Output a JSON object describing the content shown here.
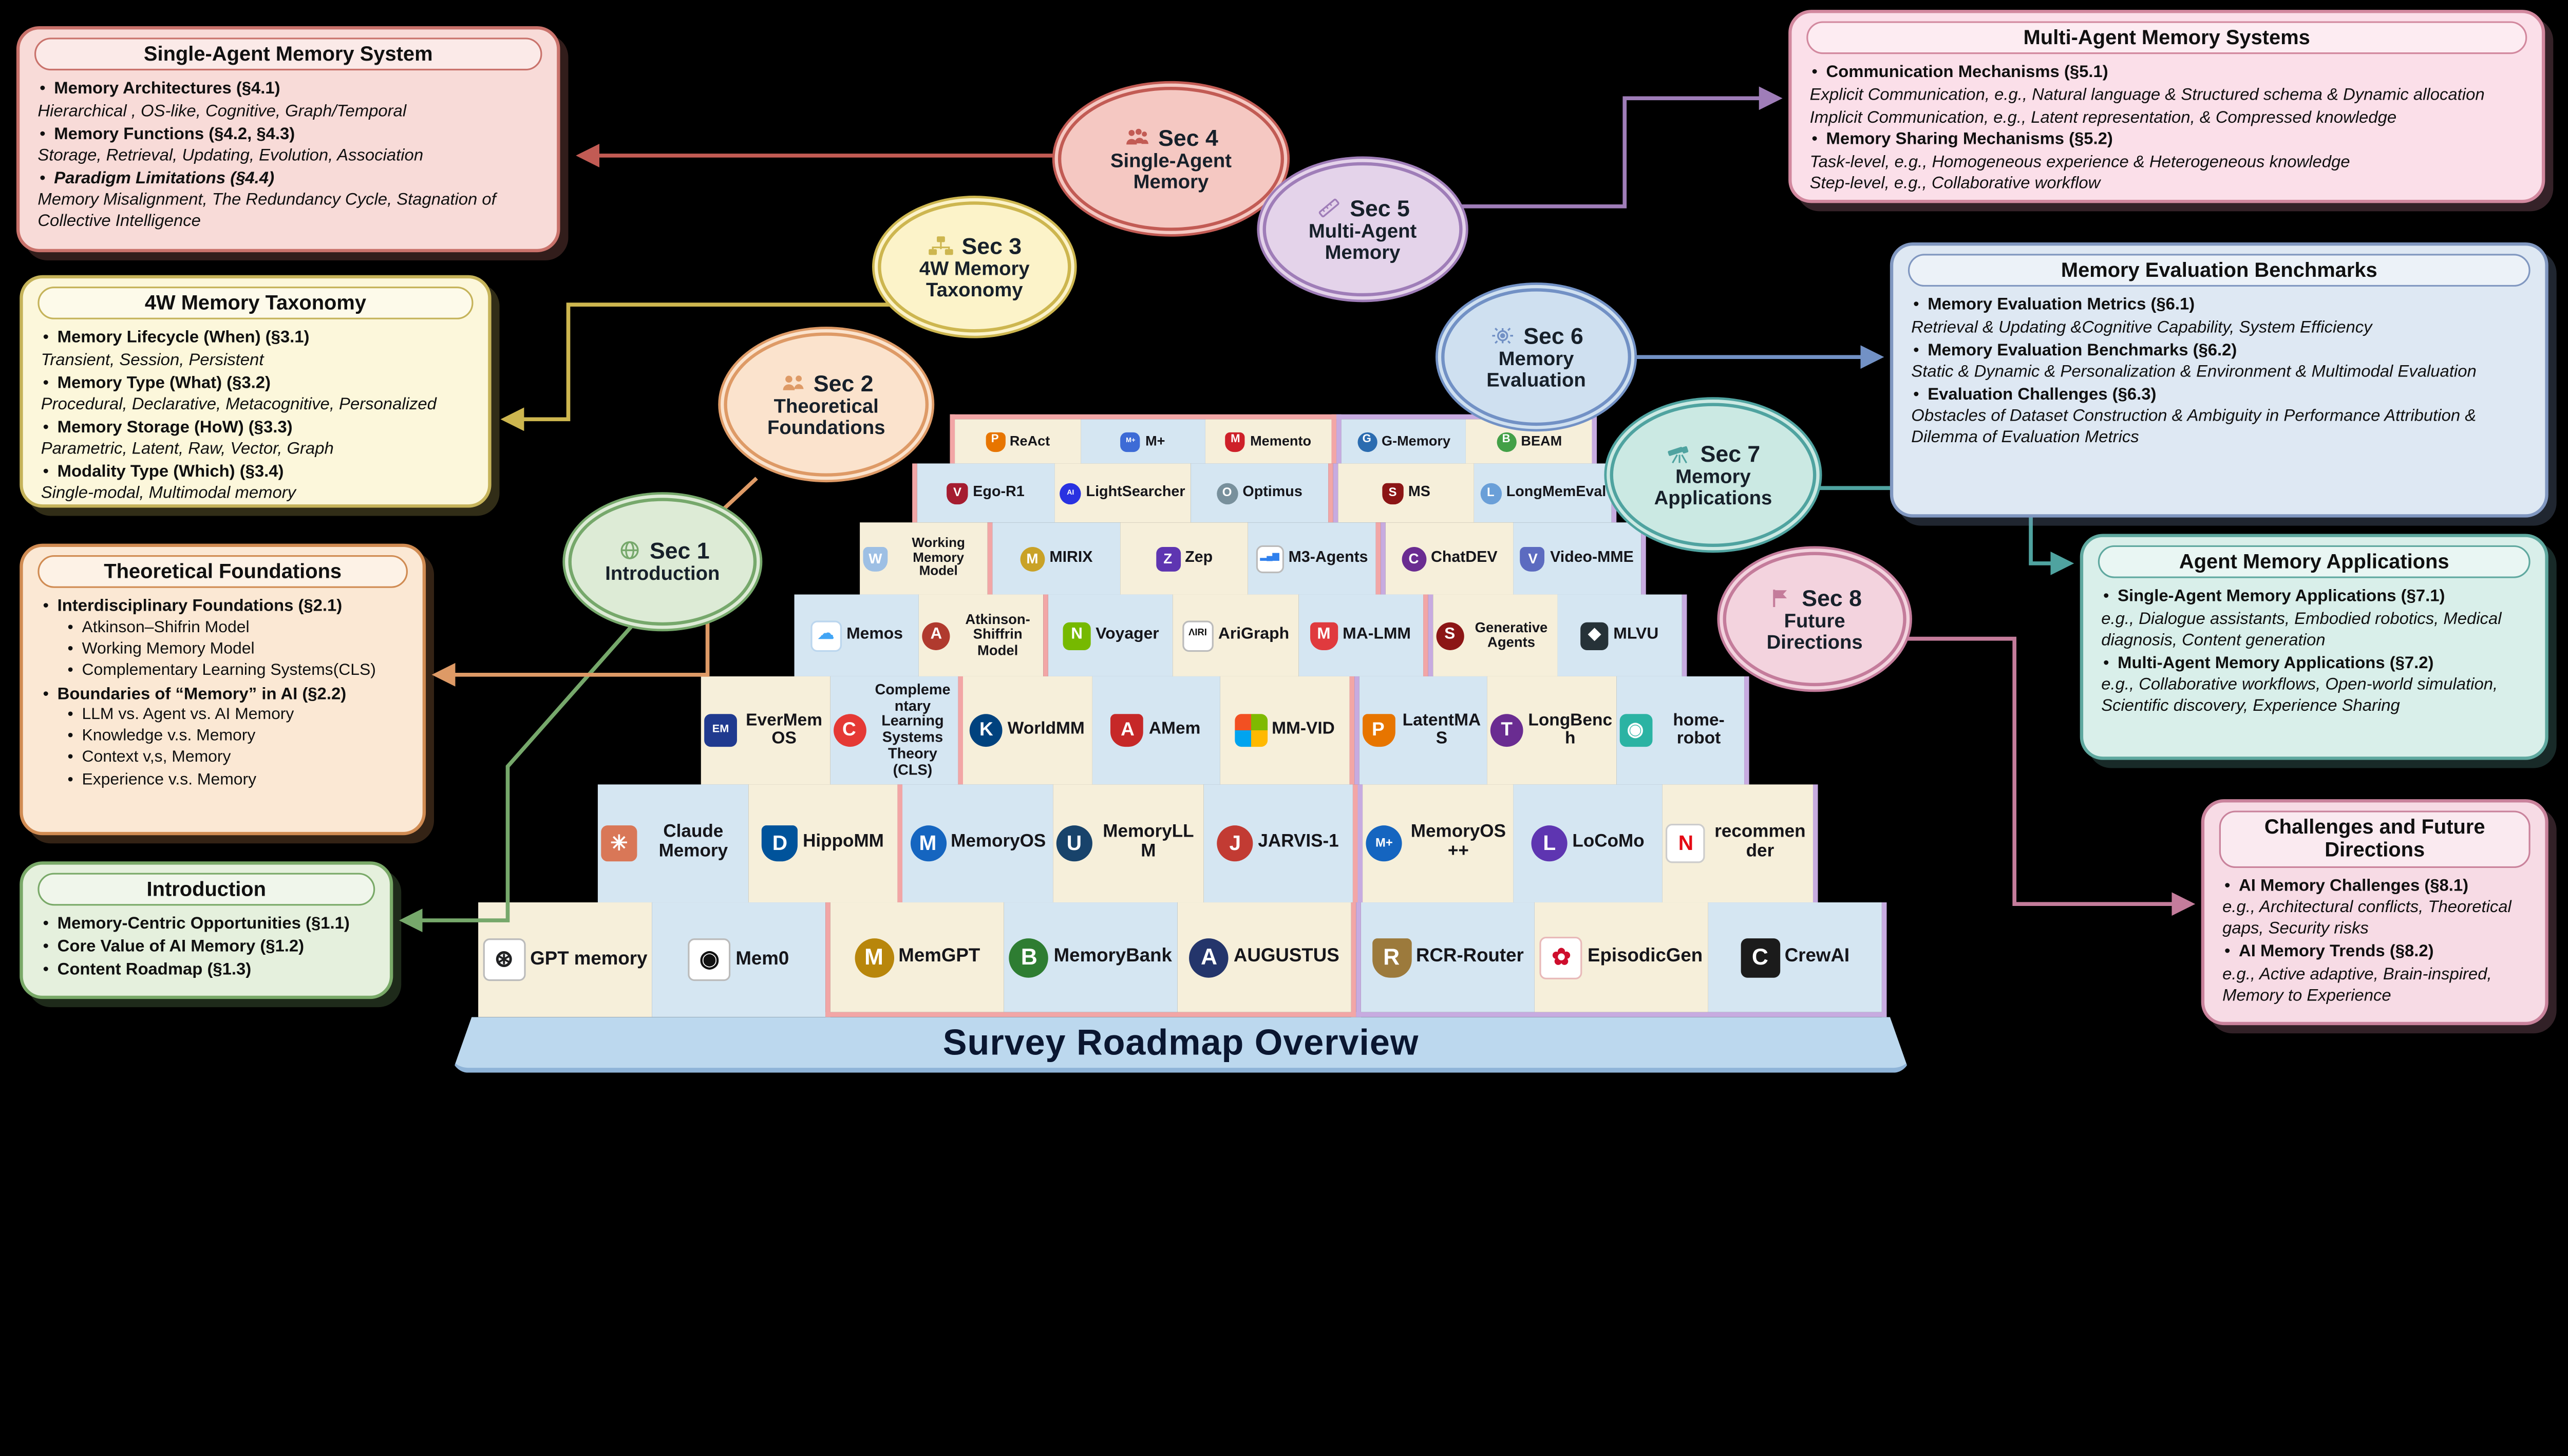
{
  "title": "Survey Roadmap Overview",
  "sections": [
    {
      "sec": "Sec 1",
      "name": "Introduction",
      "icon": "globe-icon",
      "fill": "#DDEBD6",
      "border": "#76A86B"
    },
    {
      "sec": "Sec 2",
      "name": "Theoretical Foundations",
      "icon": "people-icon",
      "fill": "#FBE3CD",
      "border": "#DE9A66"
    },
    {
      "sec": "Sec 3",
      "name": "4W Memory Taxonomy",
      "icon": "sitemap-icon",
      "fill": "#FCF3C9",
      "border": "#CDB64F"
    },
    {
      "sec": "Sec 4",
      "name": "Single-Agent Memory",
      "icon": "people-group-icon",
      "fill": "#F5C8C2",
      "border": "#C25B54"
    },
    {
      "sec": "Sec 5",
      "name": "Multi-Agent Memory",
      "icon": "ruler-pencil-icon",
      "fill": "#E4D3EA",
      "border": "#9F7DB8"
    },
    {
      "sec": "Sec 6",
      "name": "Memory Evaluation",
      "icon": "gear-wrench-icon",
      "fill": "#CFE0F0",
      "border": "#7291C5"
    },
    {
      "sec": "Sec 7",
      "name": "Memory Applications",
      "icon": "telescope-icon",
      "fill": "#CBE9E3",
      "border": "#4FA3A0"
    },
    {
      "sec": "Sec 8",
      "name": "Future Directions",
      "icon": "flag-icon",
      "fill": "#F3D3DE",
      "border": "#C47C9B"
    }
  ],
  "panels": {
    "single_agent": {
      "title": "Single-Agent Memory System",
      "fill": "#F8DBD8",
      "border": "#C9726B",
      "lines": [
        {
          "s": "b",
          "t": "Memory Architectures (§4.1)"
        },
        {
          "s": "i",
          "t": "Hierarchical , OS-like, Cognitive, Graph/Temporal"
        },
        {
          "s": "b",
          "t": "Memory Functions (§4.2, §4.3)"
        },
        {
          "s": "i",
          "t": "Storage, Retrieval, Updating, Evolution, Association"
        },
        {
          "s": "bi",
          "t": "Paradigm Limitations (§4.4)"
        },
        {
          "s": "i",
          "t": "Memory Misalignment, The Redundancy Cycle, Stagnation of Collective Intelligence"
        }
      ]
    },
    "taxonomy": {
      "title": "4W Memory Taxonomy",
      "fill": "#FCF7DB",
      "border": "#C5B35A",
      "lines": [
        {
          "s": "b",
          "t": "Memory Lifecycle (When) (§3.1)"
        },
        {
          "s": "i",
          "t": "Transient, Session, Persistent"
        },
        {
          "s": "b",
          "t": "Memory Type (What) (§3.2)"
        },
        {
          "s": "i",
          "t": "Procedural, Declarative, Metacognitive, Personalized"
        },
        {
          "s": "b",
          "t": "Memory Storage (HoW) (§3.3)"
        },
        {
          "s": "i",
          "t": "Parametric, Latent, Raw, Vector, Graph"
        },
        {
          "s": "b",
          "t": "Modality Type (Which) (§3.4)"
        },
        {
          "s": "i",
          "t": "Single-modal, Multimodal memory"
        }
      ]
    },
    "theoretical": {
      "title": "Theoretical Foundations",
      "fill": "#FBE8D4",
      "border": "#D08B52",
      "lines": [
        {
          "s": "b",
          "t": "Interdisciplinary Foundations (§2.1)"
        },
        {
          "s": "sub",
          "t": "Atkinson–Shifrin Model"
        },
        {
          "s": "sub",
          "t": "Working Memory Model"
        },
        {
          "s": "sub",
          "t": "Complementary Learning Systems(CLS)"
        },
        {
          "s": "b",
          "t": "Boundaries of “Memory” in AI (§2.2)"
        },
        {
          "s": "sub",
          "t": "LLM vs. Agent vs. AI Memory"
        },
        {
          "s": "sub",
          "t": "Knowledge v.s. Memory"
        },
        {
          "s": "sub",
          "t": "Context v,s, Memory"
        },
        {
          "s": "sub",
          "t": "Experience v.s. Memory"
        }
      ]
    },
    "introduction": {
      "title": "Introduction",
      "fill": "#E5F0DD",
      "border": "#79A968",
      "lines": [
        {
          "s": "b",
          "t": "Memory-Centric Opportunities (§1.1)"
        },
        {
          "s": "b",
          "t": "Core Value of AI Memory (§1.2)"
        },
        {
          "s": "b",
          "t": "Content Roadmap (§1.3)"
        }
      ]
    },
    "multi_agent": {
      "title": "Multi-Agent Memory Systems",
      "fill": "#FBDFE9",
      "border": "#D2889E",
      "lines": [
        {
          "s": "b",
          "t": "Communication Mechanisms (§5.1)"
        },
        {
          "s": "i",
          "t": "Explicit Communication, e.g., Natural language & Structured schema & Dynamic allocation"
        },
        {
          "s": "i",
          "t": "Implicit Communication, e.g., Latent representation, & Compressed knowledge"
        },
        {
          "s": "b",
          "t": "Memory Sharing Mechanisms (§5.2)"
        },
        {
          "s": "i",
          "t": "Task-level, e.g., Homogeneous experience & Heterogeneous knowledge"
        },
        {
          "s": "i",
          "t": "Step-level, e.g., Collaborative workflow"
        }
      ]
    },
    "evaluation": {
      "title": "Memory Evaluation Benchmarks",
      "fill": "#DEE8F3",
      "border": "#8097C0",
      "lines": [
        {
          "s": "b",
          "t": "Memory Evaluation Metrics (§6.1)"
        },
        {
          "s": "i",
          "t": "Retrieval & Updating &Cognitive Capability, System Efficiency"
        },
        {
          "s": "b",
          "t": "Memory Evaluation Benchmarks (§6.2)"
        },
        {
          "s": "i",
          "t": "Static & Dynamic & Personalization & Environment & Multimodal  Evaluation"
        },
        {
          "s": "b",
          "t": "Evaluation Challenges (§6.3)"
        },
        {
          "s": "i",
          "t": "Obstacles of Dataset Construction & Ambiguity in Performance Attribution & Dilemma of Evaluation Metrics"
        }
      ]
    },
    "applications": {
      "title": "Agent Memory Applications",
      "fill": "#D9EFEA",
      "border": "#5FA89F",
      "lines": [
        {
          "s": "b",
          "t": "Single-Agent Memory Applications (§7.1)"
        },
        {
          "s": "i",
          "t": "e.g., Dialogue assistants, Embodied robotics, Medical diagnosis, Content generation"
        },
        {
          "s": "b",
          "t": "Multi-Agent Memory Applications (§7.2)"
        },
        {
          "s": "i",
          "t": "e.g., Collaborative workflows, Open-world simulation, Scientific discovery, Experience Sharing"
        }
      ]
    },
    "challenges": {
      "title": "Challenges and Future Directions",
      "fill": "#F7DBE5",
      "border": "#C9829B",
      "lines": [
        {
          "s": "b",
          "t": "AI Memory Challenges (§8.1)"
        },
        {
          "s": "i",
          "t": "e.g., Architectural conflicts, Theoretical gaps, Security risks"
        },
        {
          "s": "b",
          "t": "AI Memory Trends (§8.2)"
        },
        {
          "s": "i",
          "t": "e.g., Active adaptive, Brain-inspired, Memory to Experience"
        }
      ]
    }
  },
  "board": {
    "tile_colors": [
      "#F6EFDA",
      "#D5E6F2"
    ],
    "outline_colors": {
      "single_agent": "#F2A6A6",
      "multi_agent": "#C7ABE0"
    },
    "rows": [
      {
        "cells": [
          {
            "label": "ReAct",
            "icon": "princeton-shield-icon",
            "group": "pink",
            "bg": "#E77500",
            "glyph": "P",
            "shape": "shield"
          },
          {
            "label": "M+",
            "icon": "mplus-logo-icon",
            "group": "pink",
            "bg": "#3D6BD6",
            "glyph": "M+"
          },
          {
            "label": "Memento",
            "icon": "memento-shield-icon",
            "group": "pink",
            "bg": "#CE2029",
            "glyph": "M",
            "shape": "shield"
          },
          {
            "label": "G-Memory",
            "icon": "gmemory-logo-icon",
            "group": "purple",
            "bg": "#2B6CB0",
            "glyph": "G",
            "shape": "circle"
          },
          {
            "label": "BEAM",
            "icon": "beam-logo-icon",
            "group": "purple",
            "bg": "#43A047",
            "glyph": "B",
            "shape": "circle"
          }
        ]
      },
      {
        "cells": [
          {
            "label": "Ego-R1",
            "icon": "harvard-shield-icon",
            "group": "pink",
            "bg": "#A51C30",
            "glyph": "V",
            "shape": "shield"
          },
          {
            "label": "LightSearcher",
            "icon": "baidu-ai-logo-icon",
            "group": "pink",
            "bg": "#2932E1",
            "glyph": "AI",
            "shape": "circle"
          },
          {
            "label": "Optimus",
            "icon": "optimus-logo-icon",
            "group": "pink",
            "bg": "#78909C",
            "glyph": "O",
            "shape": "circle"
          },
          {
            "label": "MS",
            "icon": "stanford-s-icon",
            "group": "purple",
            "bg": "#8C1515",
            "glyph": "S",
            "shape": "shield"
          },
          {
            "label": "LongMemEval",
            "icon": "longmemeval-logo-icon",
            "group": "purple",
            "bg": "#6A9FD8",
            "glyph": "L",
            "shape": "circle"
          }
        ]
      },
      {
        "cells": [
          {
            "label": "Working Memory Model",
            "icon": "university-crest-icon",
            "group": "left",
            "bg": "#9DBFE4",
            "glyph": "W",
            "shape": "shield"
          },
          {
            "label": "MIRIX",
            "icon": "mirix-logo-icon",
            "group": "pink",
            "bg": "#C9A227",
            "glyph": "M",
            "shape": "circle"
          },
          {
            "label": "Zep",
            "icon": "zep-logo-icon",
            "group": "pink",
            "bg": "#5E35B1",
            "glyph": "Z"
          },
          {
            "label": "M3-Agents",
            "icon": "bar-chart-icon",
            "group": "pink",
            "bg": "#FFFFFF",
            "glyph": "▂▄▆",
            "fg": "#2F80ED",
            "bd": "#BBBBBB"
          },
          {
            "label": "ChatDEV",
            "icon": "tsinghua-seal-icon",
            "group": "purple",
            "bg": "#6A2C91",
            "glyph": "C",
            "shape": "circle"
          },
          {
            "label": "Video-MME",
            "icon": "video-mme-shield-icon",
            "group": "purple",
            "bg": "#5C6BC0",
            "glyph": "V",
            "shape": "shield"
          }
        ]
      },
      {
        "cells": [
          {
            "label": "Memos",
            "icon": "cloud-icon",
            "group": "left",
            "bg": "#FFFFFF",
            "glyph": "☁",
            "fg": "#42A5F5",
            "bd": "#BBD6EE"
          },
          {
            "label": "Atkinson-Shiffrin Model",
            "icon": "red-seal-icon",
            "group": "left",
            "bg": "#B03A2E",
            "glyph": "A",
            "shape": "circle"
          },
          {
            "label": "Voyager",
            "icon": "nvidia-logo-icon",
            "group": "pink",
            "bg": "#76B900",
            "glyph": "N"
          },
          {
            "label": "AriGraph",
            "icon": "airi-logo-icon",
            "group": "pink",
            "bg": "#FFFFFF",
            "glyph": "ΛIRI",
            "fg": "#111111",
            "bd": "#BBBBBB"
          },
          {
            "label": "MA-LMM",
            "icon": "maryland-shield-icon",
            "group": "pink",
            "bg": "#E03A3E",
            "glyph": "M",
            "shape": "shield"
          },
          {
            "label": "Generative Agents",
            "icon": "stanford-seal-icon",
            "group": "purple",
            "bg": "#8C1515",
            "glyph": "S",
            "shape": "circle"
          },
          {
            "label": "MLVU",
            "icon": "cube-icon",
            "group": "purple",
            "bg": "#263238",
            "glyph": "◆"
          }
        ]
      },
      {
        "cells": [
          {
            "label": "EverMemOS",
            "icon": "evermind-badge-icon",
            "group": "left",
            "bg": "#203A8F",
            "glyph": "EM"
          },
          {
            "label": "Complementary Learning Systems Theory (CLS)",
            "icon": "brain-icon",
            "group": "left",
            "bg": "#E53935",
            "glyph": "C",
            "shape": "circle"
          },
          {
            "label": "WorldMM",
            "icon": "kaist-logo-icon",
            "group": "pink",
            "bg": "#00427E",
            "glyph": "K",
            "shape": "circle"
          },
          {
            "label": "AMem",
            "icon": "amem-shield-icon",
            "group": "pink",
            "bg": "#C62828",
            "glyph": "A",
            "shape": "shield"
          },
          {
            "label": "MM-VID",
            "icon": "microsoft-logo-icon",
            "group": "pink",
            "bg": "conic-gradient(#7FBA00 0 25%, #FFB900 0 50%, #00A4EF 0 75%, #F25022 0)",
            "glyph": ""
          },
          {
            "label": "LatentMAS",
            "icon": "princeton-shield-icon",
            "group": "purple",
            "bg": "#E77500",
            "glyph": "P",
            "shape": "shield"
          },
          {
            "label": "LongBench",
            "icon": "tsinghua-seal-icon",
            "group": "purple",
            "bg": "#6A2C91",
            "glyph": "T",
            "shape": "circle"
          },
          {
            "label": "home-robot",
            "icon": "robot-icon",
            "group": "purple",
            "bg": "#2BB3A3",
            "glyph": "◉"
          }
        ]
      },
      {
        "cells": [
          {
            "label": "Claude Memory",
            "icon": "anthropic-logo-icon",
            "group": "left",
            "bg": "#D97757",
            "glyph": "✳"
          },
          {
            "label": "HippoMM",
            "icon": "duke-logo-icon",
            "group": "left",
            "bg": "#00539B",
            "glyph": "D",
            "shape": "shield"
          },
          {
            "label": "MemoryOS",
            "icon": "memoryos-logos-icon",
            "group": "pink",
            "bg": "#1565C0",
            "glyph": "M",
            "shape": "circle"
          },
          {
            "label": "MemoryLLM",
            "icon": "ucsd-crest-icon",
            "group": "pink",
            "bg": "#18436B",
            "glyph": "U",
            "shape": "circle"
          },
          {
            "label": "JARVIS-1",
            "icon": "red-seal-icon",
            "group": "pink",
            "bg": "#C23B33",
            "glyph": "J",
            "shape": "circle"
          },
          {
            "label": "MemoryOS++",
            "icon": "memoryos-plus-logos-icon",
            "group": "purple",
            "bg": "#1565C0",
            "glyph": "M+",
            "shape": "circle"
          },
          {
            "label": "LoCoMo",
            "icon": "locomo-logo-icon",
            "group": "purple",
            "bg": "#5E35B1",
            "glyph": "L",
            "shape": "circle"
          },
          {
            "label": "recommender",
            "icon": "netflix-n-icon",
            "group": "purple",
            "bg": "#FFFFFF",
            "glyph": "N",
            "fg": "#E50914",
            "bd": "#CCCCCC"
          }
        ]
      },
      {
        "cells": [
          {
            "label": "GPT memory",
            "icon": "openai-logo-icon",
            "group": "left",
            "bg": "#FFFFFF",
            "glyph": "⊛",
            "fg": "#202123",
            "bd": "#BBBBBB"
          },
          {
            "label": "Mem0",
            "icon": "mem0-logo-icon",
            "group": "left",
            "bg": "#FFFFFF",
            "glyph": "◉",
            "fg": "#111111",
            "bd": "#BBBBBB"
          },
          {
            "label": "MemGPT",
            "icon": "gold-crest-icon",
            "group": "pink",
            "bg": "#B8860B",
            "glyph": "M",
            "shape": "circle"
          },
          {
            "label": "MemoryBank",
            "icon": "green-seal-icon",
            "group": "pink",
            "bg": "#2E7D32",
            "glyph": "B",
            "shape": "circle"
          },
          {
            "label": "AUGUSTUS",
            "icon": "navy-crest-icon",
            "group": "pink",
            "bg": "#24356B",
            "glyph": "A",
            "shape": "circle"
          },
          {
            "label": "RCR-Router",
            "icon": "gold-black-crest-icon",
            "group": "purple",
            "bg": "#9C7A3C",
            "glyph": "R",
            "shape": "shield"
          },
          {
            "label": "EpisodicGen",
            "icon": "huawei-logo-icon",
            "group": "purple",
            "bg": "#FFFFFF",
            "glyph": "✿",
            "fg": "#CE0E2D",
            "bd": "#E8B9B9"
          },
          {
            "label": "CrewAI",
            "icon": "crewai-logo-icon",
            "group": "purple",
            "bg": "#1B1B1B",
            "glyph": "C"
          }
        ]
      }
    ]
  }
}
